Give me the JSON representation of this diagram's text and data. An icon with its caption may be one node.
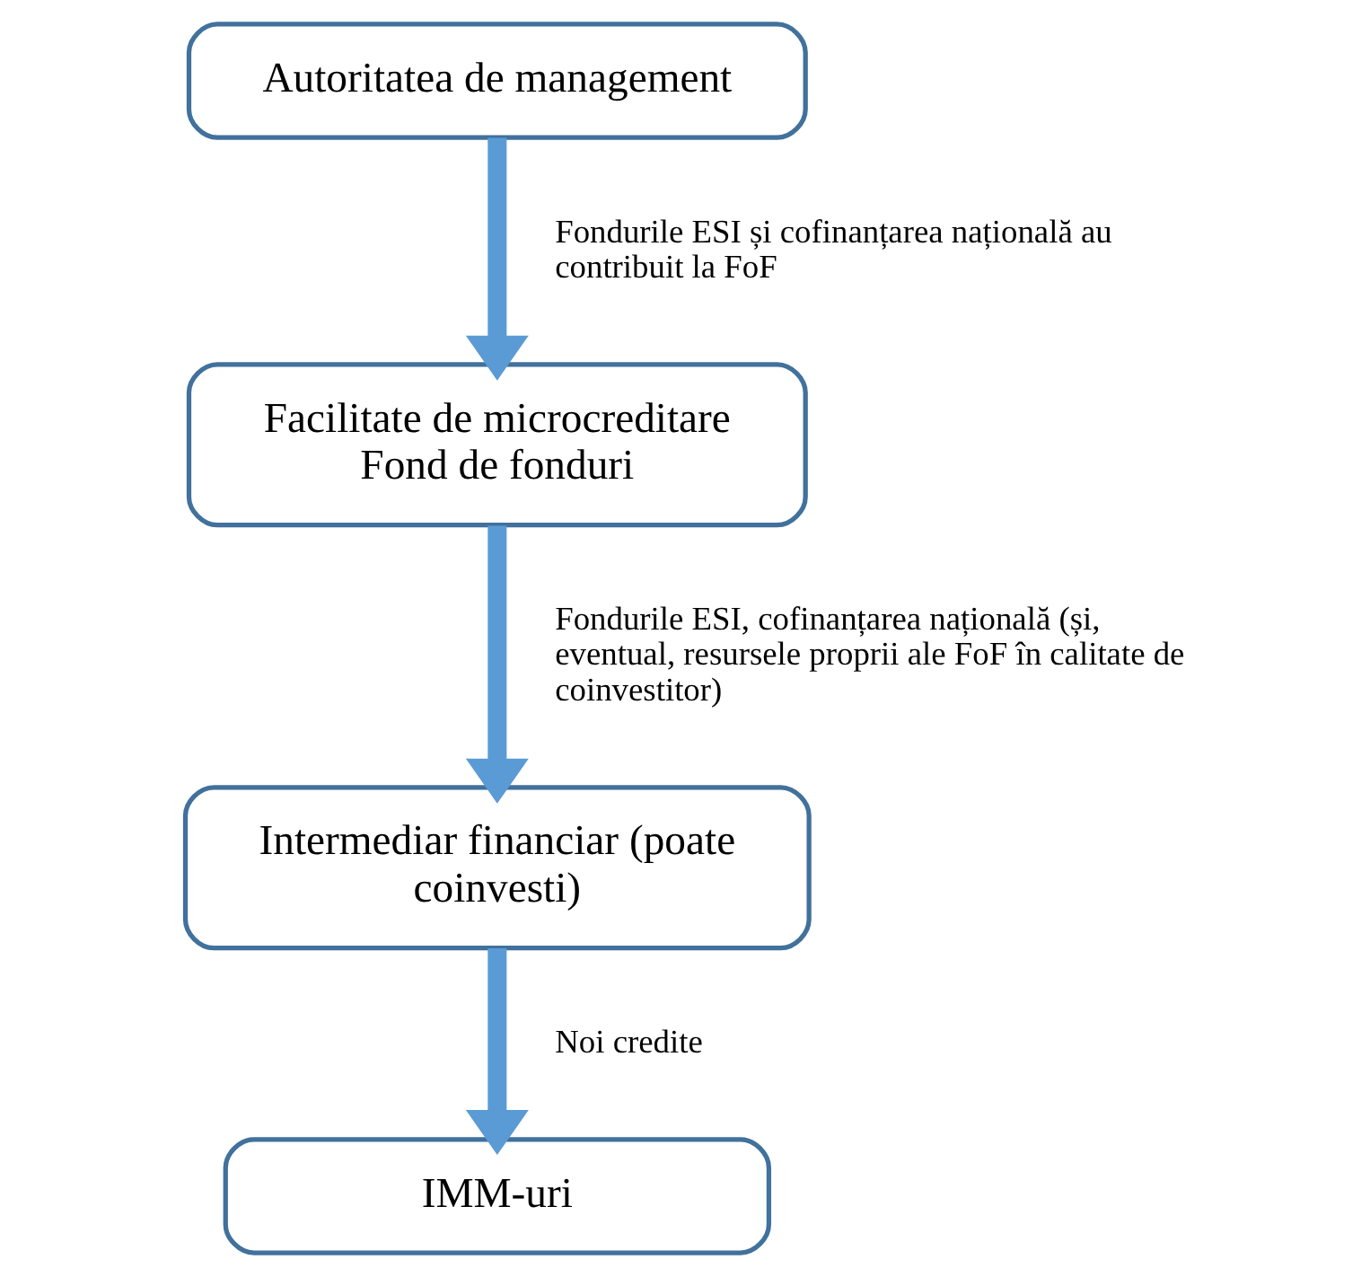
{
  "diagram": {
    "nodes": [
      {
        "text": [
          "Autoritatea de management"
        ]
      },
      {
        "text": [
          "Facilitate de microcreditare Fond de fonduri"
        ]
      },
      {
        "text": [
          "Intermediar financiar (poate coinvesti)"
        ]
      },
      {
        "text": [
          "IMM-uri"
        ]
      }
    ],
    "edges": [
      {
        "from": 0,
        "to": 1,
        "arrow": "to",
        "label": "Fondurile ESI și cofinanțarea națională au contribuit la FoF"
      },
      {
        "from": 1,
        "to": 2,
        "arrow": "to",
        "label": "Fondurile ESI, cofinanțarea națională (și, eventual, resursele proprii ale FoF în calitate de coinvestitor)"
      },
      {
        "from": 2,
        "to": 3,
        "arrow": "to",
        "label": "Noi credite"
      }
    ]
  }
}
